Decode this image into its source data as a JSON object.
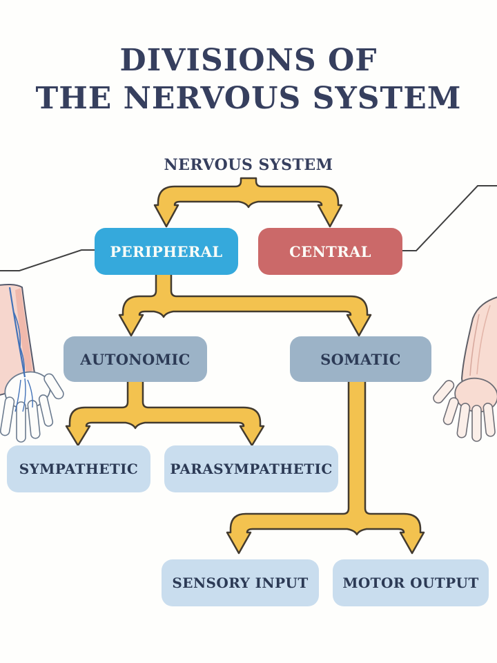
{
  "diagram": {
    "title_line1": "DIVISIONS OF",
    "title_line2": "THE NERVOUS SYSTEM",
    "root": {
      "label": "NERVOUS SYSTEM"
    },
    "nodes": {
      "peripheral": {
        "label": "PERIPHERAL",
        "color": "#35a9dc",
        "text_color": "#fcfdf8"
      },
      "central": {
        "label": "CENTRAL",
        "color": "#cb6969",
        "text_color": "#fcfdf8"
      },
      "autonomic": {
        "label": "AUTONOMIC",
        "color": "#9cb3c7",
        "text_color": "#2c3a55"
      },
      "somatic": {
        "label": "SOMATIC",
        "color": "#9cb3c7",
        "text_color": "#2c3a55"
      },
      "sympathetic": {
        "label": "SYMPATHETIC",
        "color": "#c9ddee",
        "text_color": "#2c3a55"
      },
      "parasympathetic": {
        "label": "PARASYMPATHETIC",
        "color": "#c9ddee",
        "text_color": "#2c3a55"
      },
      "sensory_input": {
        "label": "SENSORY INPUT",
        "color": "#c9ddee",
        "text_color": "#2c3a55"
      },
      "motor_output": {
        "label": "MOTOR OUTPUT",
        "color": "#c9ddee",
        "text_color": "#2c3a55"
      }
    },
    "connections": [
      {
        "from": "NERVOUS SYSTEM",
        "to": "PERIPHERAL"
      },
      {
        "from": "NERVOUS SYSTEM",
        "to": "CENTRAL"
      },
      {
        "from": "PERIPHERAL",
        "to": "AUTONOMIC"
      },
      {
        "from": "PERIPHERAL",
        "to": "SOMATIC"
      },
      {
        "from": "AUTONOMIC",
        "to": "SYMPATHETIC"
      },
      {
        "from": "AUTONOMIC",
        "to": "PARASYMPATHETIC"
      },
      {
        "from": "SOMATIC",
        "to": "SENSORY INPUT"
      },
      {
        "from": "SOMATIC",
        "to": "MOTOR OUTPUT"
      }
    ],
    "colors": {
      "background": "#fefefc",
      "title_text": "#363f5e",
      "arrow_fill": "#f3c24f",
      "arrow_outline": "#433b2f",
      "leader_line": "#3f3f3f"
    },
    "illustrations": {
      "left": "left-arm-with-nerves-illustration",
      "right": "right-arm-illustration"
    }
  }
}
